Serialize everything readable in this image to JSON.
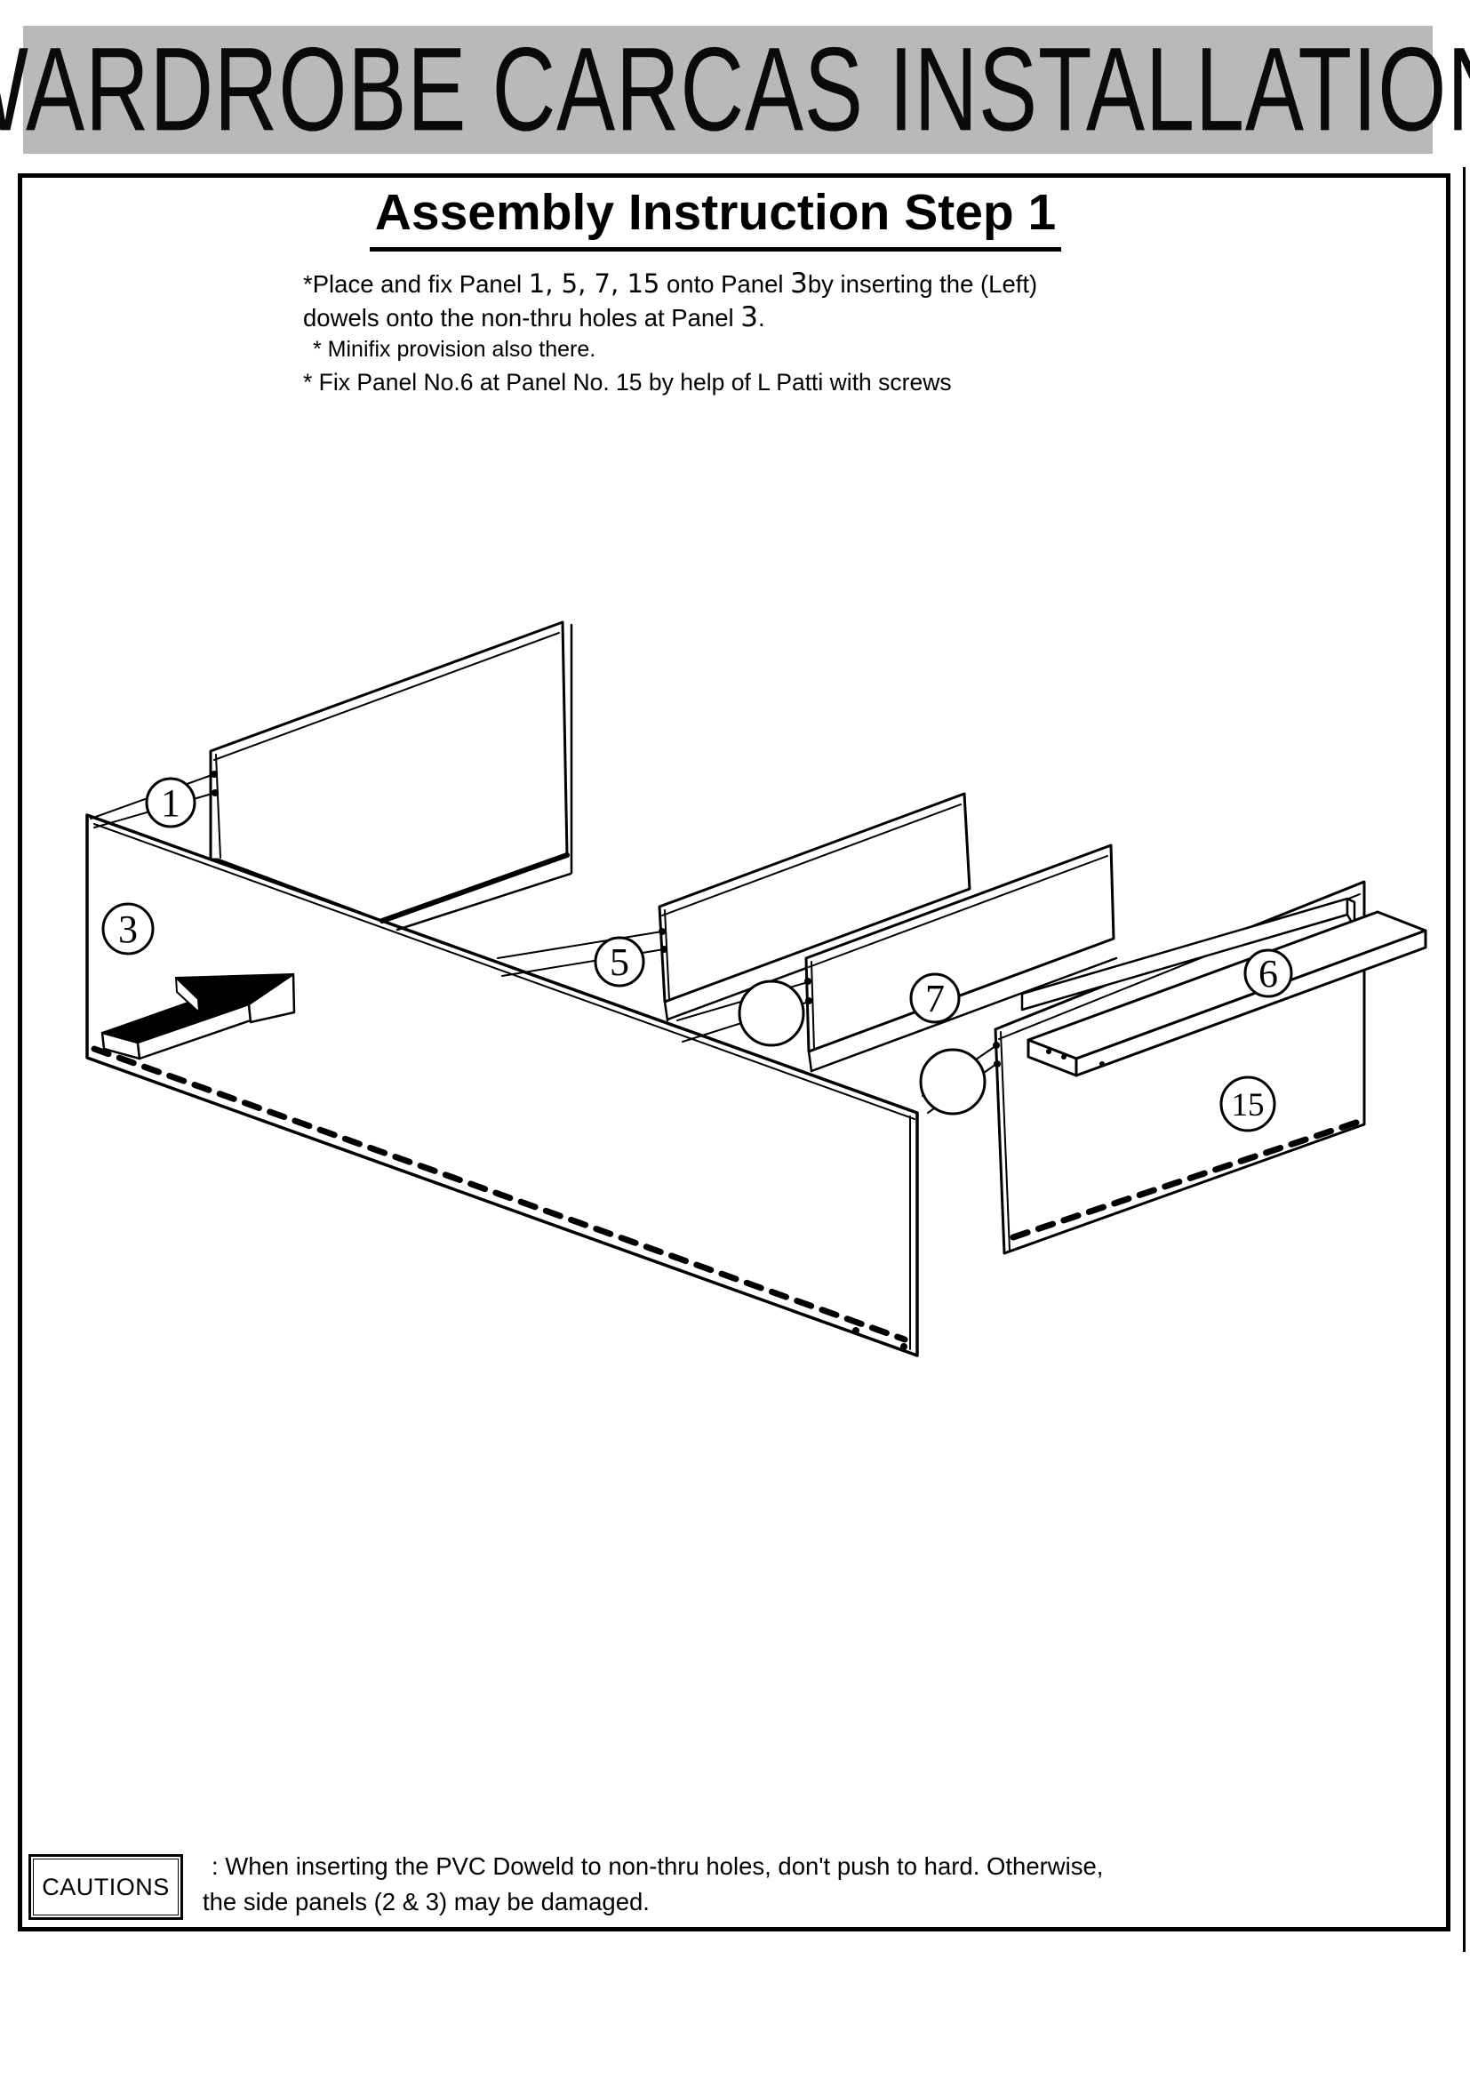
{
  "title": "WARDROBE CARCAS INSTALLATION",
  "step": {
    "heading": "Assembly Instruction Step 1"
  },
  "instructions": {
    "line1_pre": "*Place and fix Panel ",
    "line1_nums": "1, 5, 7, 15",
    "line1_mid": " onto Panel ",
    "line1_n3": "3",
    "line1_post": "by inserting the (Left)",
    "line2_pre": "dowels onto the non-thru holes at Panel ",
    "line2_n3": "3",
    "line2_post": ".",
    "line3": "* Minifix provision also there.",
    "line4": "* Fix Panel No.6 at Panel No. 15 by help of L Patti with screws"
  },
  "diagram": {
    "labels": {
      "p1": "1",
      "p3": "3",
      "p5": "5",
      "p7": "7",
      "p6": "6",
      "p15": "15"
    }
  },
  "cautions": {
    "box_label": "CAUTIONS",
    "line1": ":  When inserting the PVC Doweld to non-thru holes, don't push to hard. Otherwise,",
    "line2": "the side panels (2 & 3) may be damaged."
  },
  "colors": {
    "title_bar_bg": "#b9b9b9",
    "ink": "#000000",
    "paper": "#ffffff"
  }
}
